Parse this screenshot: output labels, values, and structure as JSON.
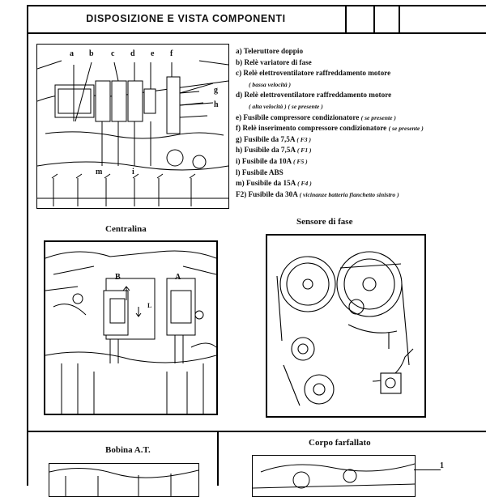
{
  "header": {
    "title": "DISPOSIZIONE E VISTA COMPONENTI"
  },
  "legend": {
    "items": [
      {
        "text": "a) Teleruttore doppio",
        "note": ""
      },
      {
        "text": "b) Relè variatore di fase",
        "note": ""
      },
      {
        "text": "c) Relè elettroventilatore raffreddamento motore",
        "note": ""
      },
      {
        "text": "",
        "note": "( bassa velocità )"
      },
      {
        "text": "d) Relè elettroventilatore raffreddamento motore",
        "note": ""
      },
      {
        "text": "",
        "note": "( alta velocità ) ( se presente )"
      },
      {
        "text": "e) Fusibile compressore condizionatore",
        "note": "( se presente )"
      },
      {
        "text": "f) Relè inserimento compressore condizionatore",
        "note": "( se presente )"
      },
      {
        "text": "g) Fusibile da 7,5A",
        "note": "( F3 )"
      },
      {
        "text": "h) Fusibile da 7,5A",
        "note": "( F1 )"
      },
      {
        "text": "i) Fusibile da 10A",
        "note": "( F5 )"
      },
      {
        "text": "l) Fusibile ABS",
        "note": ""
      },
      {
        "text": "m) Fusibile da 15A",
        "note": "( F4 )"
      },
      {
        "text": "F2) Fusibile da 30A",
        "note": "( vicinanze batteria fianchetto sinistro )"
      }
    ]
  },
  "figures": {
    "components": {
      "labels": [
        "a",
        "b",
        "c",
        "d",
        "e",
        "f",
        "g",
        "h",
        "m",
        "i"
      ]
    },
    "centralina": {
      "title": "Centralina",
      "labels": [
        "B",
        "A",
        "L"
      ]
    },
    "sensore": {
      "title": "Sensore di fase"
    },
    "bobina": {
      "title": "Bobina A.T."
    },
    "corpo": {
      "title": "Corpo farfallato",
      "callout": "1"
    }
  }
}
